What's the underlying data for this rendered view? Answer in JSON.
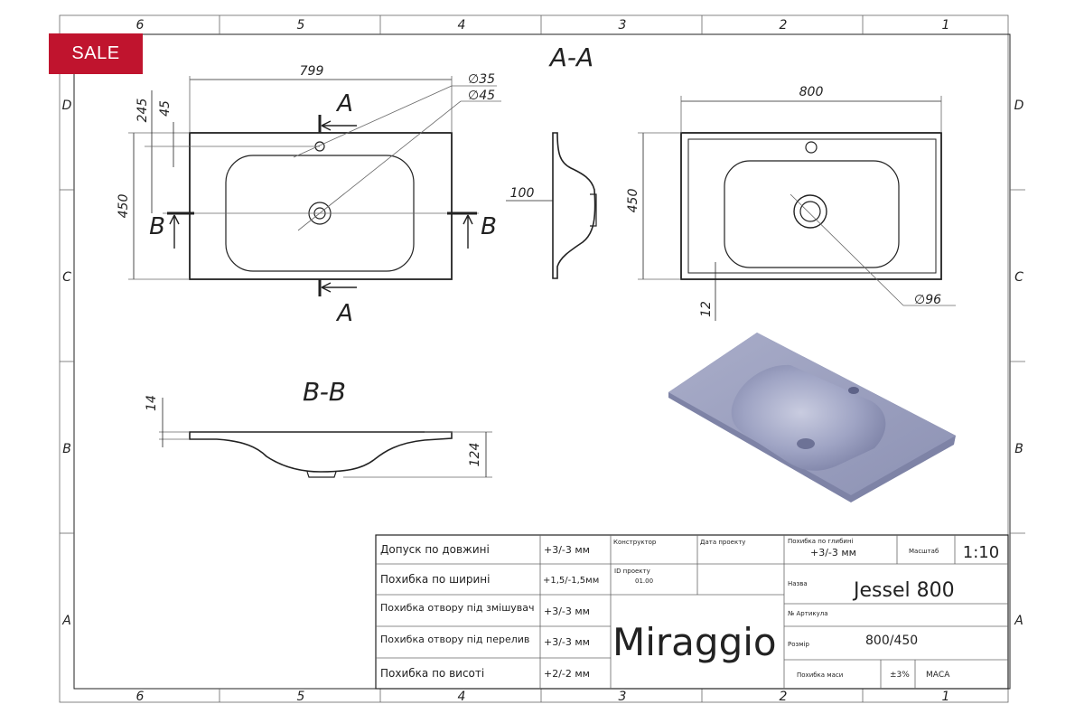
{
  "badge": {
    "label": "SALE",
    "color": "#c0142e"
  },
  "frame": {
    "columns_top": [
      "6",
      "5",
      "4",
      "3",
      "2",
      "1"
    ],
    "columns_bottom": [
      "6",
      "5",
      "4",
      "3",
      "2",
      "1"
    ],
    "rows_left": [
      "D",
      "C",
      "B",
      "A"
    ],
    "rows_right": [
      "D",
      "C",
      "B",
      "A"
    ]
  },
  "views": {
    "section_aa_title": "A-A",
    "section_bb_title": "B-B",
    "section_marker_a": "A",
    "section_marker_b": "B"
  },
  "dimensions": {
    "top_width": "799",
    "hole_35": "∅35",
    "hole_45": "∅45",
    "offset_245": "245",
    "offset_45": "45",
    "height_450": "450",
    "section_depth": "100",
    "right_width": "800",
    "right_height": "450",
    "rim_12": "12",
    "drain_96": "∅96",
    "bb_14": "14",
    "bb_124": "124"
  },
  "title_block": {
    "rows": [
      {
        "label": "Допуск по довжині",
        "value": "+3/-3 мм"
      },
      {
        "label": "Похибка по ширині",
        "value": "+1,5/-1,5мм"
      },
      {
        "label": "Похибка отвору під змішувач",
        "value": "+3/-3 мм"
      },
      {
        "label": "Похибка отвору під перелив",
        "value": "+3/-3 мм"
      },
      {
        "label": "Похибка по висоті",
        "value": "+2/-2 мм"
      }
    ],
    "constructor_label": "Конструктор",
    "date_label": "Дата проекту",
    "project_id_label": "ID проекту",
    "project_id_value": "01.00",
    "brand": "Miraggio",
    "depth_tolerance_label": "Похибка по глибині",
    "depth_tolerance_value": "+3/-3 мм",
    "scale_label": "Масштаб",
    "scale_value": "1:10",
    "name_label": "Назва",
    "name_value": "Jessel 800",
    "article_label": "№ Артикула",
    "size_label": "Розмір",
    "size_value": "800/450",
    "mass_tolerance_label": "Похибка маси",
    "mass_tolerance_value": "±3%",
    "mass_label": "МАСА"
  }
}
